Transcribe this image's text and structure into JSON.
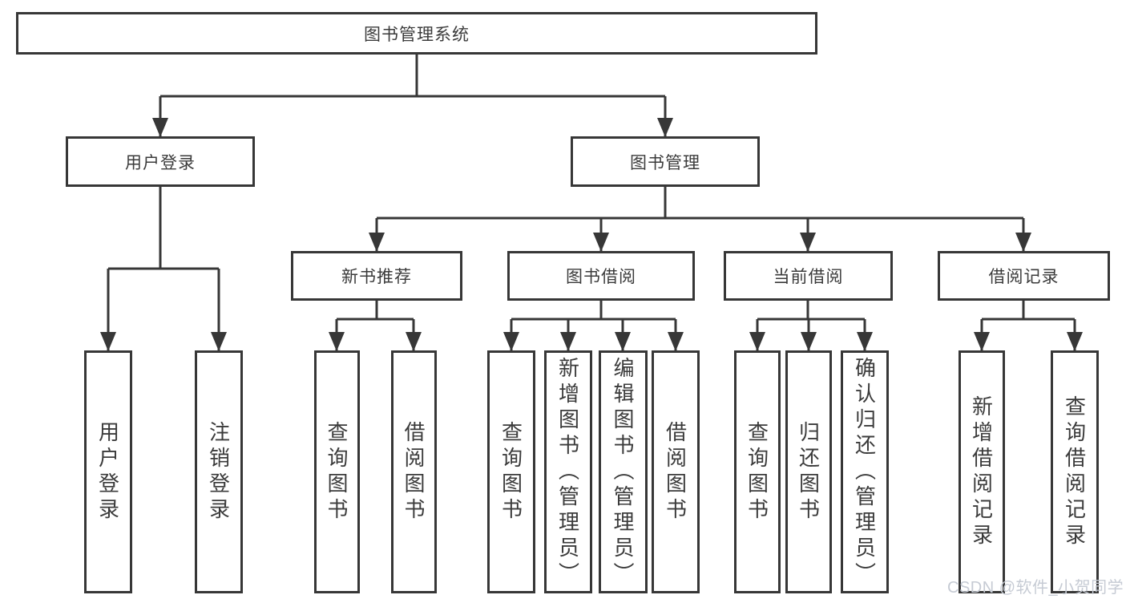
{
  "diagram": {
    "root": "图书管理系统",
    "level2": {
      "user_login": "用户登录",
      "book_management": "图书管理"
    },
    "level3": {
      "new_book_recommend": "新书推荐",
      "book_borrow": "图书借阅",
      "current_borrow": "当前借阅",
      "borrow_records": "借阅记录"
    },
    "leaves": {
      "user_login": "用户登录",
      "logout": "注销登录",
      "recommend_query_books": "查询图书",
      "recommend_borrow_books": "借阅图书",
      "borrow_query_books": "查询图书",
      "borrow_add_books_admin": "新增图书（管理员）",
      "borrow_edit_books_admin": "编辑图书（管理员）",
      "borrow_borrow_books": "借阅图书",
      "current_query_books": "查询图书",
      "current_return_books": "归还图书",
      "current_confirm_return_admin": "确认归还（管理员）",
      "records_add_record": "新增借阅记录",
      "records_query_record": "查询借阅记录"
    },
    "colors": {
      "line": "#373737",
      "text": "#3b3b3b",
      "watermark": "#c6cbd4"
    }
  },
  "watermark": {
    "text": "CSDN @软件_小贺同学"
  }
}
